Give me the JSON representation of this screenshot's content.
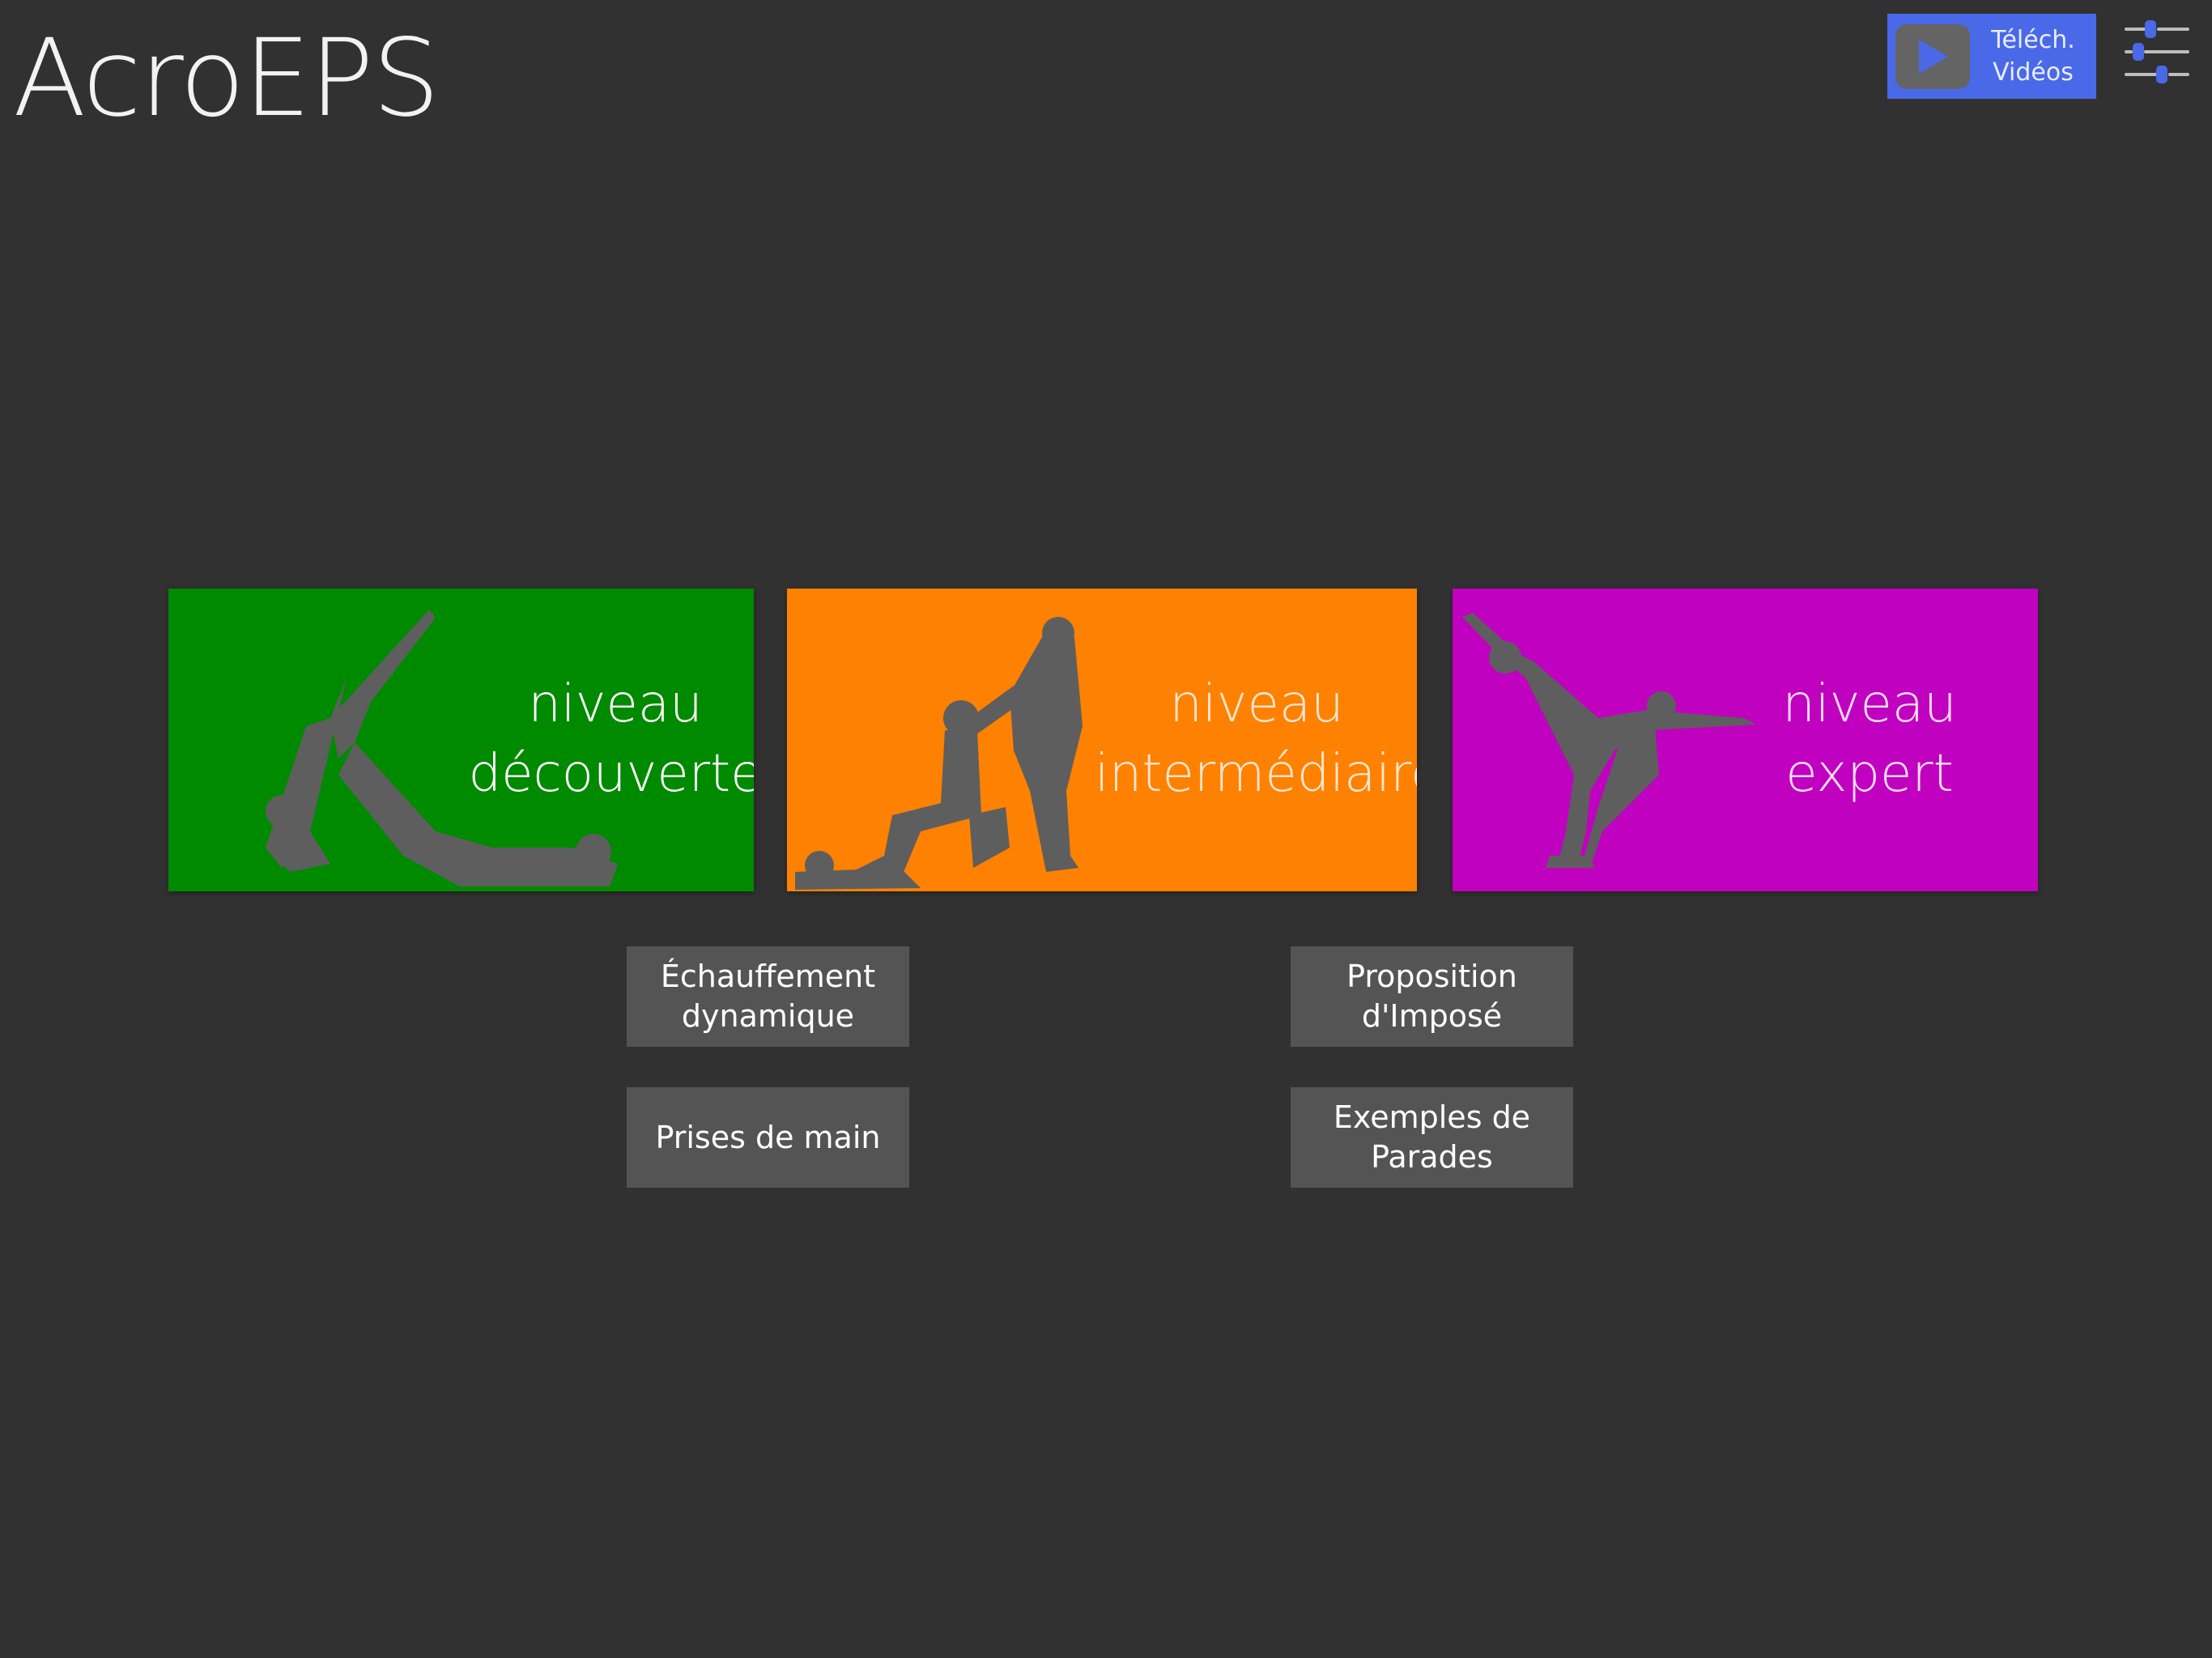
{
  "app": {
    "title": "AcroEPS"
  },
  "header": {
    "download_button": {
      "line1": "Téléch.",
      "line2": "Vidéos",
      "icon": "play-icon"
    },
    "settings_button": {
      "icon": "sliders-icon"
    }
  },
  "levels": [
    {
      "line1": "niveau",
      "line2": "découverte",
      "color": "#008a00"
    },
    {
      "line1": "niveau",
      "line2": "intermédiaire",
      "color": "#fe8102"
    },
    {
      "line1": "niveau",
      "line2": "expert",
      "color": "#c001bf"
    }
  ],
  "resources": [
    {
      "line1": "Échauffement",
      "line2": "dynamique"
    },
    {
      "line1": "Prises de main",
      "line2": ""
    },
    {
      "line1": "Proposition",
      "line2": "d'Imposé"
    },
    {
      "line1": "Exemples de",
      "line2": "Parades"
    }
  ],
  "colors": {
    "background": "#313131",
    "download_button": "#4a69e8",
    "resource_button": "#545454",
    "silhouette": "#5e5e5e"
  }
}
